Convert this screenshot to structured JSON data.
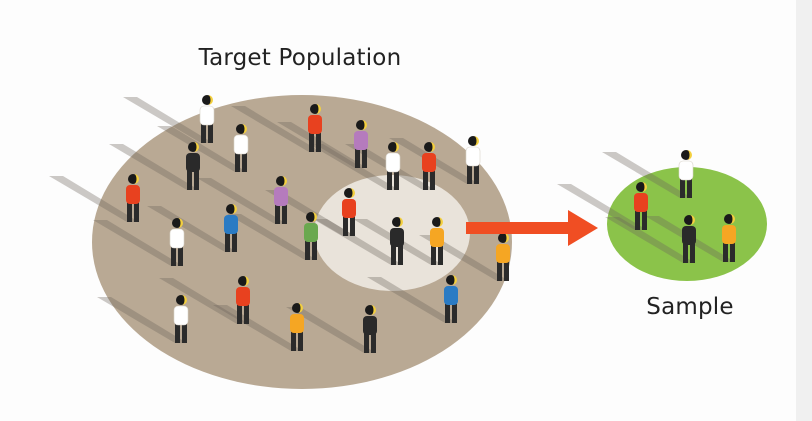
{
  "title": "Target Population",
  "sample_label": "Sample",
  "colors": {
    "population_ellipse": "#b9a994",
    "highlight_ellipse": "#e9e3da",
    "sample_ellipse": "#8bc34a",
    "arrow": "#f04e23",
    "leg": "#2b2b2b",
    "head": "#1a1a1a",
    "face": "#f4d03f",
    "shadow": "#6d655c",
    "figure_colors": {
      "red": "#e8411f",
      "white": "#ffffff",
      "black": "#2a2a2a",
      "purple": "#b57bbd",
      "blue": "#2a7bc4",
      "green": "#6aa84f",
      "orange": "#f5a623"
    }
  },
  "population_people": [
    "white",
    "red",
    "purple",
    "white",
    "black",
    "white",
    "red",
    "white",
    "red",
    "purple",
    "blue",
    "red",
    "black",
    "orange",
    "white",
    "green",
    "orange",
    "red",
    "blue",
    "white",
    "orange",
    "black"
  ],
  "sample_people": [
    "white",
    "red",
    "black",
    "orange"
  ]
}
